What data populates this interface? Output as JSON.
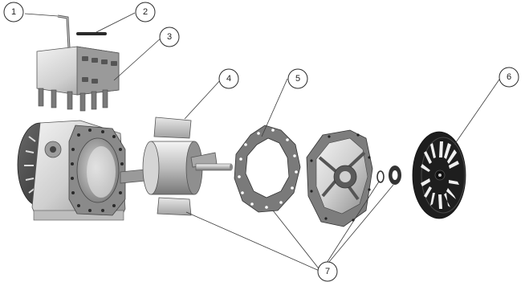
{
  "balloons": [
    {
      "id": "callout-1",
      "label": "1"
    },
    {
      "id": "callout-2",
      "label": "2"
    },
    {
      "id": "callout-3",
      "label": "3"
    },
    {
      "id": "callout-4",
      "label": "4"
    },
    {
      "id": "callout-5",
      "label": "5"
    },
    {
      "id": "callout-6",
      "label": "6"
    },
    {
      "id": "callout-7",
      "label": "7"
    }
  ]
}
